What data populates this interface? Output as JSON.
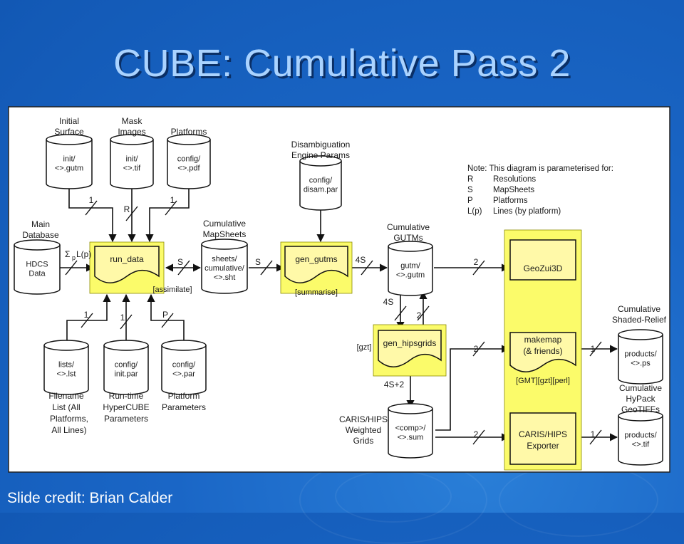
{
  "title": "CUBE: Cumulative Pass 2",
  "credit": "Slide credit: Brian Calder",
  "note": {
    "heading": "Note:  This diagram is parameterised for:",
    "rows": [
      {
        "sym": "R",
        "desc": "Resolutions"
      },
      {
        "sym": "S",
        "desc": "MapSheets"
      },
      {
        "sym": "P",
        "desc": "Platforms"
      },
      {
        "sym": "L(p)",
        "desc": "Lines (by platform)"
      }
    ]
  },
  "stores": {
    "initial": {
      "label": [
        "Initial",
        "Surface"
      ],
      "inside": [
        "init/",
        "<>.gutm"
      ]
    },
    "mask": {
      "label": [
        "Mask",
        "Images"
      ],
      "inside": [
        "init/",
        "<>.tif"
      ]
    },
    "platforms": {
      "label": [
        "Platforms"
      ],
      "inside": [
        "config/",
        "<>.pdf"
      ]
    },
    "disam": {
      "label": [
        "Disambiguation",
        "Engine Params"
      ],
      "inside": [
        "config/",
        "disam.par"
      ]
    },
    "hdcs": {
      "label": [
        "Main",
        "Database"
      ],
      "inside": [
        "HDCS",
        "Data"
      ]
    },
    "sheets": {
      "label": [
        "Cumulative",
        "MapSheets"
      ],
      "inside": [
        "sheets/",
        "cumulative/",
        "<>.sht"
      ]
    },
    "gutm": {
      "label": [
        "Cumulative",
        "GUTMs"
      ],
      "inside": [
        "gutm/",
        "<>.gutm"
      ]
    },
    "lists": {
      "label": [
        "Filename",
        "List (All",
        "Platforms,",
        "All Lines)"
      ],
      "inside": [
        "lists/",
        "<>.lst"
      ]
    },
    "initpar": {
      "label": [
        "Run-time",
        "HyperCUBE",
        "Parameters"
      ],
      "inside": [
        "config/",
        "init.par"
      ]
    },
    "platpar": {
      "label": [
        "Platform",
        "Parameters"
      ],
      "inside": [
        "config/",
        "<>.par"
      ]
    },
    "comp": {
      "label": [
        "CARIS/HIPS",
        "Weighted",
        "Grids"
      ],
      "inside": [
        "<comp>/",
        "<>.sum"
      ]
    },
    "ps": {
      "label": [
        "Cumulative",
        "Shaded-Relief"
      ],
      "inside": [
        "products/",
        "<>.ps"
      ]
    },
    "tif": {
      "label": [
        "Cumulative",
        "HyPack",
        "GeoTIFFs"
      ],
      "inside": [
        "products/",
        "<>.tif"
      ]
    }
  },
  "processes": {
    "run_data": {
      "label": "run_data",
      "tag": "[assimilate]"
    },
    "gen_gutms": {
      "label": "gen_gutms",
      "tag": "[summarise]"
    },
    "gen_hipsgrids": {
      "label": "gen_hipsgrids",
      "tag": "[gzt]"
    },
    "geozui": {
      "label": "GeoZui3D"
    },
    "makemap": {
      "label": [
        "makemap",
        "(& friends)"
      ],
      "tag": "[GMT][gzt][perl]"
    },
    "exporter": {
      "label": [
        "CARIS/HIPS",
        "Exporter"
      ]
    }
  },
  "edge_labels": {
    "initial_1": "1",
    "mask_R": "R",
    "platforms_1": "1",
    "hdcs_sum": "Σ",
    "hdcs_sum_sub": "p",
    "hdcs_L": " L(p)",
    "run_sheets_S": "S",
    "sheets_gen_S": "S",
    "gen_gutm_4S": "4S",
    "lists_1": "1",
    "initpar_1": "1",
    "platpar_P": "P",
    "gutm_hips_4S": "4S",
    "hips_gutm_2": "2",
    "hips_comp_4S2": "4S+2",
    "gutm_geozui_2": "2",
    "gutm_makemap_2": "2",
    "makemap_ps_1": "1",
    "comp_exporter_2": "2",
    "exporter_tif_1": "1"
  }
}
